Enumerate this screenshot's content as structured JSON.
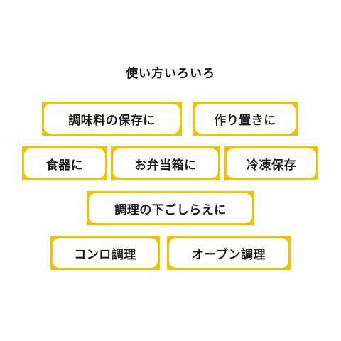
{
  "heading": "使い方いろいろ",
  "tags": [
    {
      "label": "調味料の保存に"
    },
    {
      "label": "作り置きに"
    },
    {
      "label": "食器に"
    },
    {
      "label": "お弁当箱に"
    },
    {
      "label": "冷凍保存"
    },
    {
      "label": "調理の下ごしらえに"
    },
    {
      "label": "コンロ調理"
    },
    {
      "label": "オーブン調理"
    }
  ],
  "colors": {
    "tag_border": "#f2c200",
    "tag_fill": "#ffffff",
    "text": "#1a1a1a",
    "background": "#ffffff"
  }
}
